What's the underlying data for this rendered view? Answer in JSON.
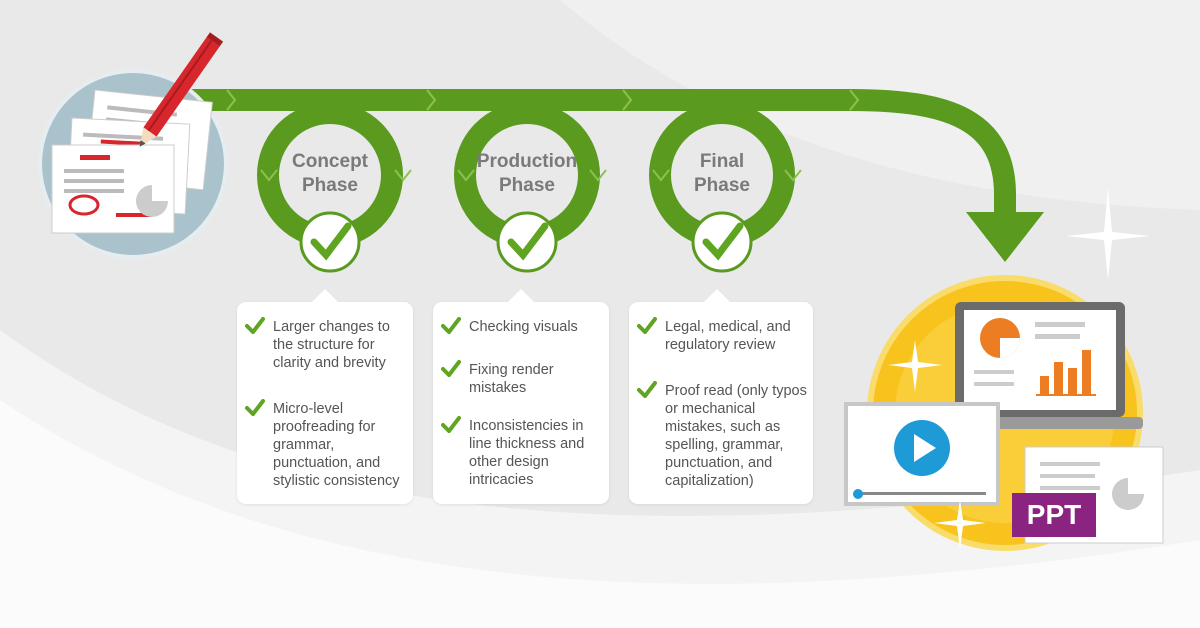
{
  "colors": {
    "arrow_green": "#5a9a1f",
    "check_green": "#5fa521",
    "title_gray": "#7a7a7a",
    "badge_purple": "#8b2381",
    "play_blue": "#1e9bd6",
    "chart_orange": "#ec7d22",
    "glow_yellow": "#f7c31c",
    "markup_red": "#d8262d"
  },
  "icons": [
    "pencil-icon",
    "document-icon",
    "check-icon",
    "laptop-icon",
    "play-icon",
    "pie-chart-icon",
    "bar-chart-icon",
    "sparkle-icon"
  ],
  "phases": [
    {
      "title_line1": "Concept",
      "title_line2": "Phase",
      "items": [
        "Larger changes to the structure for clarity and brevity",
        "Micro-level proofreading for grammar, punctuation, and stylistic consistency"
      ]
    },
    {
      "title_line1": "Production",
      "title_line2": "Phase",
      "items": [
        "Checking visuals",
        "Fixing render mistakes",
        "Inconsistencies in line thickness and other design intricacies"
      ]
    },
    {
      "title_line1": "Final",
      "title_line2": "Phase",
      "items": [
        "Legal, medical, and regulatory review",
        "Proof read (only typos or mechanical mistakes, such as spelling, grammar, punctuation, and capitalization)"
      ]
    }
  ],
  "output": {
    "badge": "PPT"
  }
}
